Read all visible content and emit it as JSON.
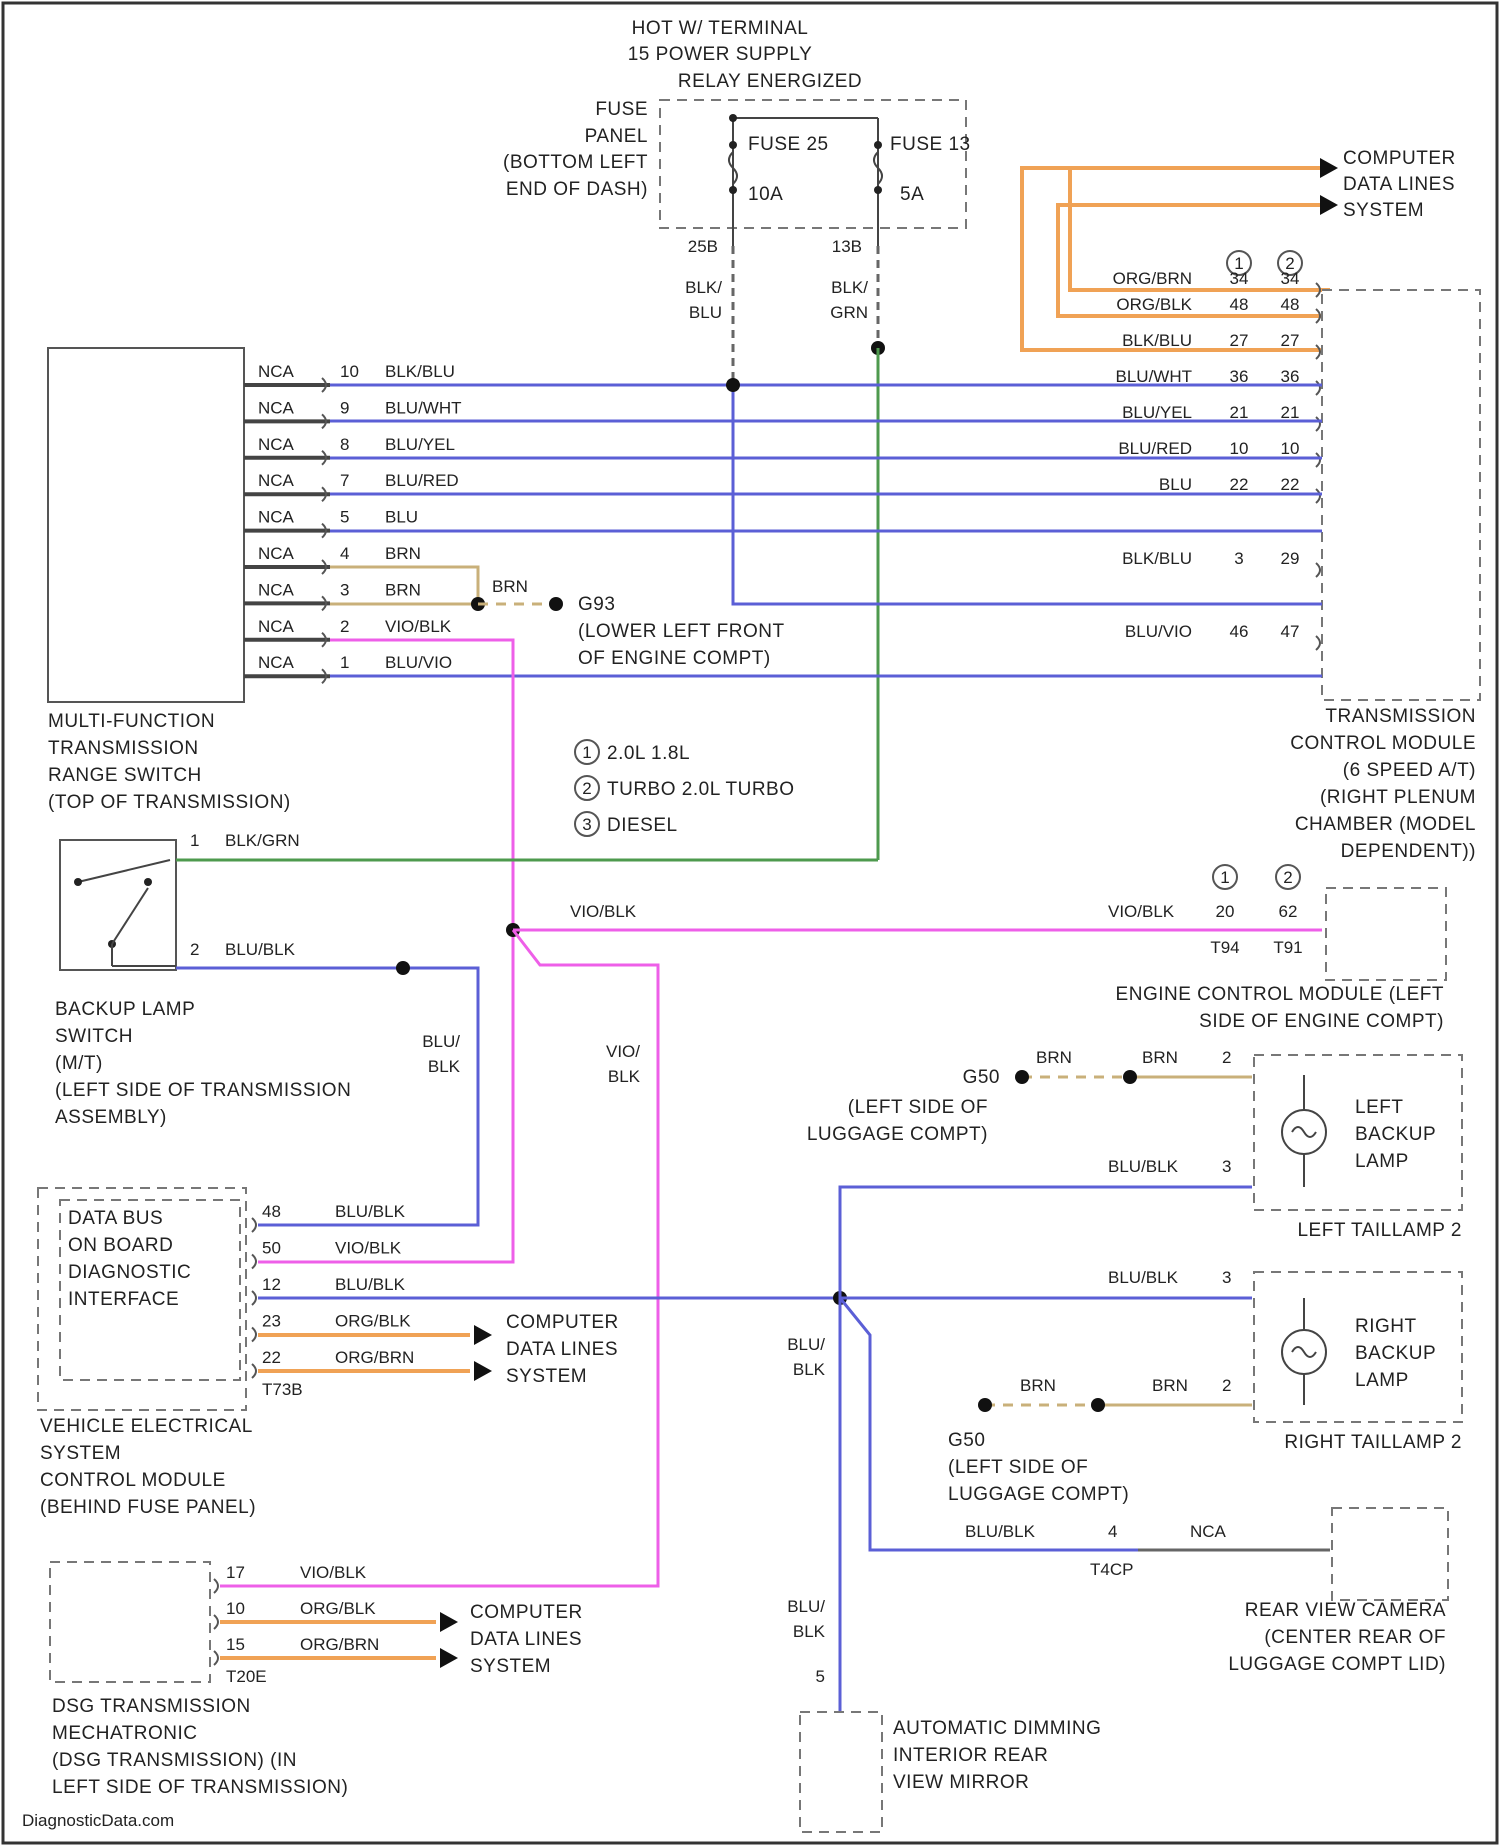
{
  "power": {
    "line1": "HOT W/ TERMINAL",
    "line2": "15 POWER SUPPLY",
    "line3": "RELAY ENERGIZED"
  },
  "fuse_panel": {
    "label": [
      "FUSE",
      "PANEL",
      "(BOTTOM LEFT",
      "END OF DASH)"
    ],
    "fuse_a_name": "FUSE 25",
    "fuse_a_rating": "10A",
    "fuse_b_name": "FUSE 13",
    "fuse_b_rating": "5A",
    "pin_a": "25B",
    "pin_b": "13B",
    "wire_a": [
      "BLK/",
      "BLU"
    ],
    "wire_b": [
      "BLK/",
      "GRN"
    ]
  },
  "computer_data_lines": [
    "COMPUTER",
    "DATA LINES",
    "SYSTEM"
  ],
  "mfs": {
    "label": [
      "MULTI-FUNCTION",
      "TRANSMISSION",
      "RANGE SWITCH",
      "(TOP OF TRANSMISSION)"
    ],
    "rows": [
      {
        "nca": "NCA",
        "pin": "10",
        "color": "BLK/BLU"
      },
      {
        "nca": "NCA",
        "pin": "9",
        "color": "BLU/WHT"
      },
      {
        "nca": "NCA",
        "pin": "8",
        "color": "BLU/YEL"
      },
      {
        "nca": "NCA",
        "pin": "7",
        "color": "BLU/RED"
      },
      {
        "nca": "NCA",
        "pin": "5",
        "color": "BLU"
      },
      {
        "nca": "NCA",
        "pin": "4",
        "color": "BRN"
      },
      {
        "nca": "NCA",
        "pin": "3",
        "color": "BRN"
      },
      {
        "nca": "NCA",
        "pin": "2",
        "color": "VIO/BLK"
      },
      {
        "nca": "NCA",
        "pin": "1",
        "color": "BLU/VIO"
      }
    ]
  },
  "tcm": {
    "label": [
      "TRANSMISSION",
      "CONTROL MODULE",
      "(6 SPEED A/T)",
      "(RIGHT PLENUM",
      "CHAMBER (MODEL",
      "DEPENDENT))"
    ],
    "circle_a": "1",
    "circle_b": "2",
    "rows": [
      {
        "color": "ORG/BRN",
        "a": "34",
        "b": "34"
      },
      {
        "color": "ORG/BLK",
        "a": "48",
        "b": "48"
      },
      {
        "color": "BLK/BLU",
        "a": "27",
        "b": "27"
      },
      {
        "color": "BLU/WHT",
        "a": "36",
        "b": "36"
      },
      {
        "color": "BLU/YEL",
        "a": "21",
        "b": "21"
      },
      {
        "color": "BLU/RED",
        "a": "10",
        "b": "10"
      },
      {
        "color": "BLU",
        "a": "22",
        "b": "22"
      },
      {
        "color": "BLK/BLU",
        "a": "3",
        "b": "29"
      },
      {
        "color": "BLU/VIO",
        "a": "46",
        "b": "47"
      }
    ]
  },
  "ground_g93": {
    "wire": "BRN",
    "name": "G93",
    "label": [
      "(LOWER LEFT FRONT",
      "OF ENGINE COMPT)"
    ]
  },
  "legend": [
    {
      "mark": "1",
      "text": "2.0L 1.8L"
    },
    {
      "mark": "2",
      "text": "TURBO 2.0L TURBO"
    },
    {
      "mark": "3",
      "text": "DIESEL"
    }
  ],
  "backup_switch": {
    "label": [
      "BACKUP LAMP",
      "SWITCH",
      "(M/T)",
      "(LEFT SIDE OF TRANSMISSION",
      "ASSEMBLY)"
    ],
    "pin1": "1",
    "wire1": "BLK/GRN",
    "pin2": "2",
    "wire2": "BLU/BLK",
    "down_wire": [
      "BLU/",
      "BLK"
    ]
  },
  "vio_blk": {
    "horiz": "VIO/BLK",
    "down": [
      "VIO/",
      "BLK"
    ]
  },
  "ecm": {
    "label": [
      "ENGINE CONTROL MODULE (LEFT",
      "SIDE OF ENGINE COMPT)"
    ],
    "color": "VIO/BLK",
    "circle_a": "1",
    "circle_b": "2",
    "pin_a": "20",
    "pin_b": "62",
    "conn_a": "T94",
    "conn_b": "T91"
  },
  "data_bus": {
    "label": [
      "DATA BUS",
      "ON BOARD",
      "DIAGNOSTIC",
      "INTERFACE"
    ],
    "rows": [
      {
        "pin": "48",
        "color": "BLU/BLK"
      },
      {
        "pin": "50",
        "color": "VIO/BLK"
      },
      {
        "pin": "12",
        "color": "BLU/BLK"
      },
      {
        "pin": "23",
        "color": "ORG/BLK"
      },
      {
        "pin": "22",
        "color": "ORG/BRN"
      }
    ],
    "conn": "T73B",
    "outer_label": [
      "VEHICLE ELECTRICAL",
      "SYSTEM",
      "CONTROL MODULE",
      "(BEHIND FUSE PANEL)"
    ]
  },
  "dsg": {
    "label": [
      "DSG TRANSMISSION",
      "MECHATRONIC",
      "(DSG TRANSMISSION) (IN",
      "LEFT SIDE OF TRANSMISSION)"
    ],
    "rows": [
      {
        "pin": "17",
        "color": "VIO/BLK"
      },
      {
        "pin": "10",
        "color": "ORG/BLK"
      },
      {
        "pin": "15",
        "color": "ORG/BRN"
      }
    ],
    "conn": "T20E"
  },
  "left_tail": {
    "lamp": [
      "LEFT",
      "BACKUP",
      "LAMP"
    ],
    "assembly": "LEFT TAILLAMP 2",
    "wire_brn": "BRN",
    "pin_brn": "2",
    "wire_blu": "BLU/BLK",
    "pin_blu": "3",
    "ground": "G50",
    "ground_label": [
      "(LEFT SIDE OF",
      "LUGGAGE COMPT)"
    ]
  },
  "right_tail": {
    "lamp": [
      "RIGHT",
      "BACKUP",
      "LAMP"
    ],
    "assembly": "RIGHT TAILLAMP 2",
    "wire_blu": "BLU/BLK",
    "pin_blu": "3",
    "wire_brn": "BRN",
    "pin_brn": "2",
    "ground": "G50",
    "ground_label": [
      "(LEFT SIDE OF",
      "LUGGAGE COMPT)"
    ]
  },
  "center_wire": [
    "BLU/",
    "BLK"
  ],
  "camera": {
    "label": [
      "REAR VIEW CAMERA",
      "(CENTER REAR OF",
      "LUGGAGE COMPT LID)"
    ],
    "wire": "BLU/BLK",
    "pin": "4",
    "nca": "NCA",
    "conn": "T4CP"
  },
  "mirror": {
    "label": [
      "AUTOMATIC DIMMING",
      "INTERIOR REAR",
      "VIEW MIRROR"
    ],
    "wire": [
      "BLU/",
      "BLK"
    ],
    "pin": "5"
  },
  "watermark": "DiagnosticData.com",
  "colors": {
    "blue": "#5b5fd6",
    "violet": "#ee5fe8",
    "orange": "#f0a255",
    "green": "#4e9a4e",
    "tan": "#c9b07a",
    "gray": "#666666"
  }
}
